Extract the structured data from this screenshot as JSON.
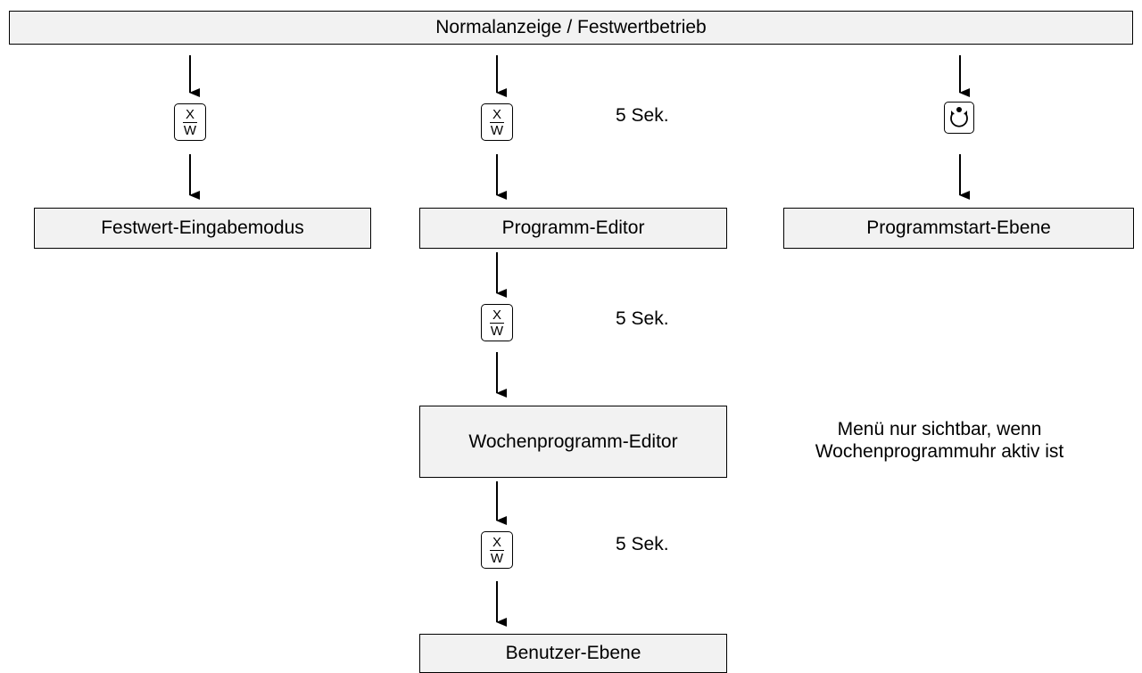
{
  "top": {
    "label": "Normalanzeige / Festwertbetrieb"
  },
  "boxes": {
    "festwert": "Festwert-Eingabemodus",
    "programm_editor": "Programm-Editor",
    "programmstart": "Programmstart-Ebene",
    "wochen_editor": "Wochenprogramm-Editor",
    "benutzer": "Benutzer-Ebene"
  },
  "keys": {
    "xw_numerator": "X",
    "xw_denominator": "W",
    "start_icon": "program-start-icon"
  },
  "hold_labels": {
    "first": "5 Sek.",
    "second": "5 Sek.",
    "third": "5 Sek."
  },
  "note": {
    "line1": "Menü nur sichtbar, wenn",
    "line2": "Wochenprogrammuhr aktiv ist"
  }
}
